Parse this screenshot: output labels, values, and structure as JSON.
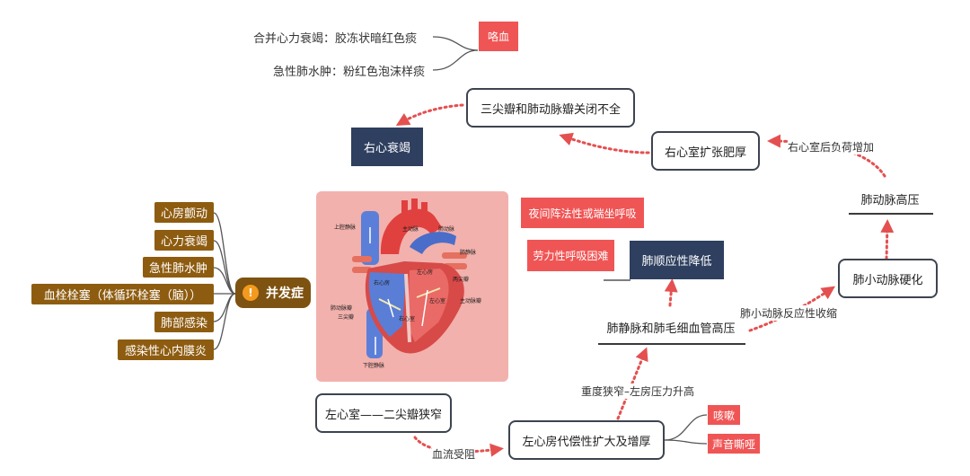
{
  "central": {
    "label": "并发症",
    "icon": "warning-icon"
  },
  "complications": [
    "心房颤动",
    "心力衰竭",
    "急性肺水肿",
    "血栓栓塞（体循环栓塞（脑））",
    "肺部感染",
    "感染性心内膜炎"
  ],
  "hemoptysis": {
    "label": "咯血",
    "items": [
      "合并心力衰竭：胶冻状暗红色痰",
      "急性肺水肿：粉红色泡沫样痰"
    ]
  },
  "nodes": {
    "mitral_stenosis": "左心室——二尖瓣狭窄",
    "la_enlarge": "左心房代偿性扩大及增厚",
    "pulm_vein_htn": "肺静脉和肺毛细血管高压",
    "lung_compliance": "肺顺应性降低",
    "pulm_arteriole": "肺小动脉硬化",
    "pulm_art_htn": "肺动脉高压",
    "rv_hypertrophy": "右心室扩张肥厚",
    "valve_insuff": "三尖瓣和肺动脉瓣关闭不全",
    "right_hf": "右心衰竭"
  },
  "symptoms": {
    "cough": "咳嗽",
    "hoarse": "声音嘶哑",
    "exertional": "劳力性呼吸困难",
    "nocturnal": "夜间阵法性或端坐呼吸"
  },
  "edge_labels": {
    "obstruction": "血流受阻",
    "severe": "重度狭窄–左房压力升高",
    "reflex": "肺小动脉反应性收缩",
    "afterload": "右心室后负荷增加"
  },
  "heart_labels": {
    "svc": "上腔静脉",
    "aorta": "主动脉",
    "pa": "肺动脉",
    "pv": "肺静脉",
    "ra": "右心房",
    "la": "左心房",
    "mitral": "两尖瓣",
    "lv": "左心室",
    "aortic_valve": "主动脉瓣",
    "pulm_valve": "肺动脉瓣",
    "tricuspid": "三尖瓣",
    "rv": "右心室",
    "ivc": "下腔静脉"
  },
  "colors": {
    "navy": "#2e3f5f",
    "red_tag": "#f05555",
    "brown": "#8e5c10",
    "arrow_red": "#e45050",
    "card_pink": "#f2b1ad"
  }
}
